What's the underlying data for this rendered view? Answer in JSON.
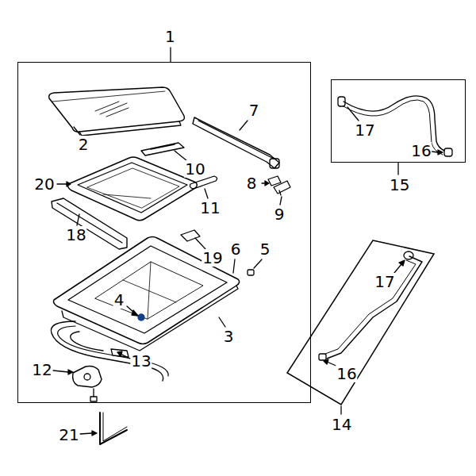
{
  "diagram": {
    "nodes": [
      {
        "text": [
          "1"
        ]
      },
      {
        "text": [
          "15"
        ]
      },
      {
        "text": [
          "14"
        ]
      }
    ],
    "labels": [
      "2",
      "20",
      "18",
      "4",
      "3",
      "13",
      "12",
      "21",
      "10",
      "11",
      "19",
      "6",
      "5",
      "7",
      "8",
      "9",
      "17",
      "16",
      "17",
      "16"
    ]
  }
}
